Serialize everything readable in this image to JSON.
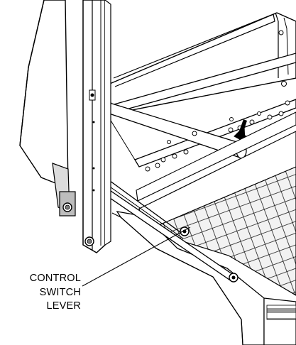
{
  "callout": {
    "lines": [
      "CONTROL",
      "SWITCH",
      "LEVER"
    ]
  },
  "palette": {
    "ink": "#000000",
    "paper": "#ffffff",
    "shade_light": "#dcdcdc",
    "shade_mid": "#bdbdbd",
    "shade_dark": "#7a7a7a"
  }
}
